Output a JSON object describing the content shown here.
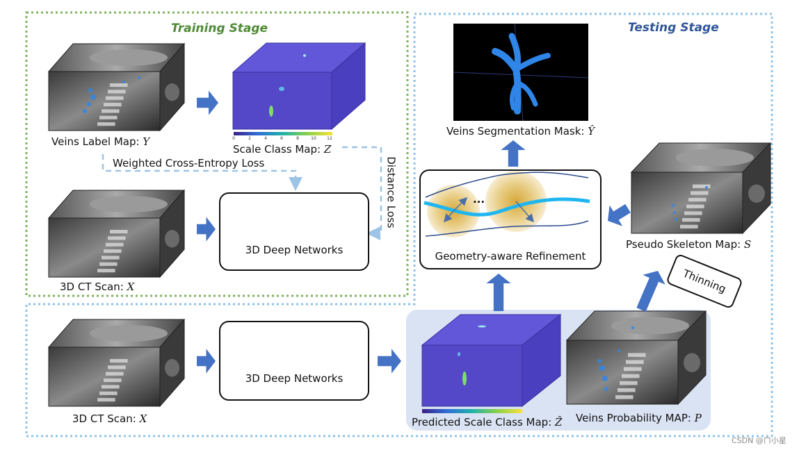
{
  "stages": {
    "training": "Training Stage",
    "testing": "Testing Stage"
  },
  "labels": {
    "veins_label_map": "Veins Label Map: ",
    "veins_label_sym": "Y",
    "scale_class_map": "Scale Class Map: ",
    "scale_class_sym": "Z",
    "weighted_ce_loss": "Weighted Cross-Entropy Loss",
    "distance_loss": "Distance Loss",
    "ct_scan_train": "3D CT Scan: ",
    "ct_scan_train_sym": "X",
    "ct_scan_test": "3D CT Scan: ",
    "ct_scan_test_sym": "X",
    "deep_net_train": "3D Deep Networks",
    "deep_net_test": "3D Deep Networks",
    "veins_seg_mask": "Veins Segmentation Mask: ",
    "veins_seg_sym": "Ŷ",
    "geometry_refinement": "Geometry-aware Refinement",
    "pseudo_skeleton": "Pseudo Skeleton Map: ",
    "pseudo_skeleton_sym": "S",
    "thinning": "Thinning",
    "predicted_scale": "Predicted Scale Class Map: ",
    "predicted_scale_sym": "Ẑ",
    "veins_prob_map": "Veins Probability MAP: ",
    "veins_prob_sym": "P",
    "ellipsis": "...",
    "watermark": "CSDN @ㄇ小星"
  },
  "colorbar_ticks": [
    "0",
    "2",
    "4",
    "6",
    "8",
    "10",
    "12"
  ],
  "colors": {
    "training_border": "#7fb35f",
    "testing_border": "#8fc3e6",
    "training_title": "#4f8a36",
    "testing_title": "#2f5597",
    "arrow": "#4472c4",
    "dash_line": "#9dc3e6",
    "highlight_panel": "#dae3f3",
    "cube_purple": "#5448c8",
    "vein_blue": "#2f86e8"
  }
}
